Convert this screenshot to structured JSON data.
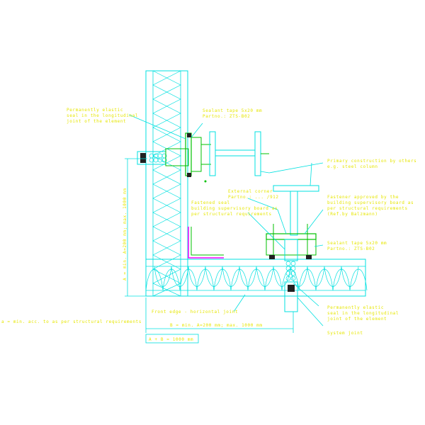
{
  "labels": {
    "seal_top": [
      "Permanently elastic",
      "seal in the longitudinal",
      "joint of the element"
    ],
    "sealant_top": [
      "Sealant tape 5x20 mm",
      "Partno.: ZTS-B02"
    ],
    "primary": [
      "Primary construction by others",
      "e.g. steel column"
    ],
    "ext_corner": [
      "External corner",
      "Partno.: ... /912"
    ],
    "fastened": [
      "Fastened seal",
      "building supervisory board as",
      "per structural requirements"
    ],
    "fastener": [
      "Fastener approved by the",
      "building supervisory board as",
      "per structural requirements",
      "(Ref.by Balzmann)"
    ],
    "sealant_right": [
      "Sealant tape 5x20 mm",
      "Partno.: ZTS-B02"
    ],
    "seal_bottom": [
      "Permanently elastic",
      "seal in the longitudinal",
      "joint of the element"
    ],
    "system_joint": "System joint",
    "front_edge": "Front edge - horizontal joint",
    "dim_vertical": "A = min. A=200 mm; max. 1000 mm",
    "dim_horizontal": "B = min. A=200 mm; max. 1000 mm",
    "dim_box": "A + B = 1000 mm",
    "left_note": "a = min. acc. to as per structural requirements"
  },
  "colors": {
    "background": "#ffffff",
    "insulation": "#00e0e0",
    "text": "#e6e600",
    "steel": "#00c000",
    "magenta": "#ff00ff",
    "dark": "#202020"
  }
}
